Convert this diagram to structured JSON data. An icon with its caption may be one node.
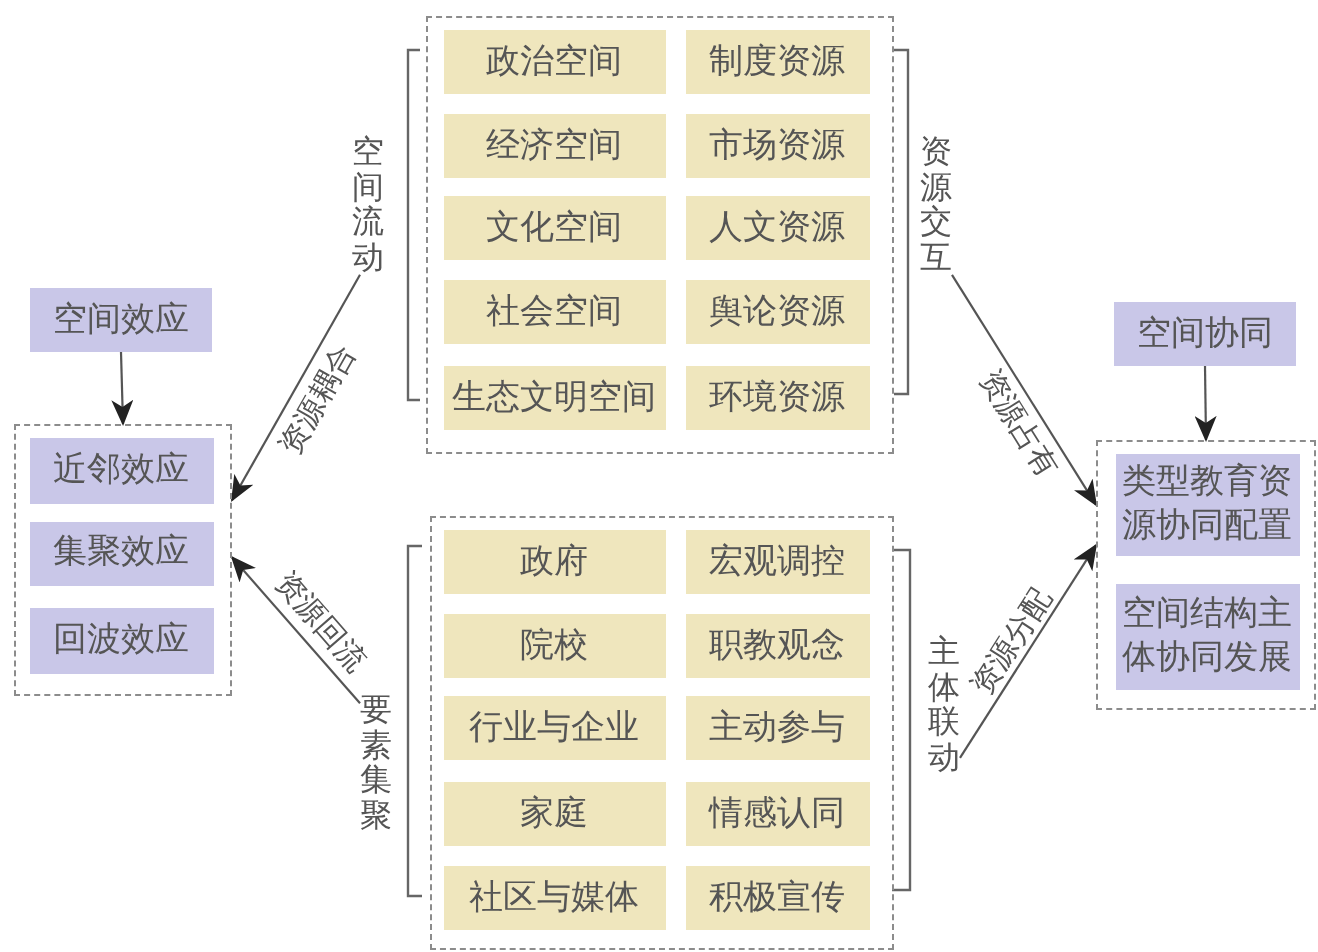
{
  "diagram": {
    "nodes": [
      {
        "text": [
          "空间效应"
        ]
      },
      {
        "text": [],
        "shape": "box"
      },
      {
        "text": [
          "近邻效应"
        ],
        "in": 1
      },
      {
        "text": [
          "集聚效应"
        ],
        "in": 1
      },
      {
        "text": [
          "回波效应"
        ],
        "in": 1
      },
      {
        "text": [],
        "shape": "box"
      },
      {
        "text": [
          "政治空间"
        ],
        "in": 5
      },
      {
        "text": [
          "制度资源"
        ],
        "in": 5
      },
      {
        "text": [
          "经济空间"
        ],
        "in": 5
      },
      {
        "text": [
          "市场资源"
        ],
        "in": 5
      },
      {
        "text": [
          "文化空间"
        ],
        "in": 5
      },
      {
        "text": [
          "人文资源"
        ],
        "in": 5
      },
      {
        "text": [
          "社会空间"
        ],
        "in": 5
      },
      {
        "text": [
          "舆论资源"
        ],
        "in": 5
      },
      {
        "text": [
          "生态文明空间"
        ],
        "in": 5
      },
      {
        "text": [
          "环境资源"
        ],
        "in": 5
      },
      {
        "text": [
          "空间流动"
        ]
      },
      {
        "text": [
          "资源交互"
        ]
      },
      {
        "text": [],
        "shape": "box"
      },
      {
        "text": [
          "政府"
        ],
        "in": 18
      },
      {
        "text": [
          "宏观调控"
        ],
        "in": 18
      },
      {
        "text": [
          "院校"
        ],
        "in": 18
      },
      {
        "text": [
          "职教观念"
        ],
        "in": 18
      },
      {
        "text": [
          "行业与企业"
        ],
        "in": 18
      },
      {
        "text": [
          "主动参与"
        ],
        "in": 18
      },
      {
        "text": [
          "家庭"
        ],
        "in": 18
      },
      {
        "text": [
          "情感认同"
        ],
        "in": 18
      },
      {
        "text": [
          "社区与媒体"
        ],
        "in": 18
      },
      {
        "text": [
          "积极宣传"
        ],
        "in": 18
      },
      {
        "text": [
          "要素集聚"
        ]
      },
      {
        "text": [
          "主体联动"
        ]
      },
      {
        "text": [
          "空间协同"
        ]
      },
      {
        "text": [],
        "shape": "box"
      },
      {
        "text": [
          "类型教育资源协同配置"
        ],
        "in": 32
      },
      {
        "text": [
          "空间结构主体协同发展"
        ],
        "in": 32
      }
    ],
    "edges": [
      {
        "from": 0,
        "to": 1,
        "arrow": "to"
      },
      {
        "from": 16,
        "to": 1,
        "arrow": "to",
        "label": "资源耦合"
      },
      {
        "from": 29,
        "to": 1,
        "arrow": "to",
        "label": "资源回流"
      },
      {
        "from": 17,
        "to": 32,
        "arrow": "to",
        "label": "资源占有"
      },
      {
        "from": 30,
        "to": 32,
        "arrow": "to",
        "label": "资源分配"
      },
      {
        "from": 31,
        "to": 32,
        "arrow": "to"
      }
    ]
  }
}
